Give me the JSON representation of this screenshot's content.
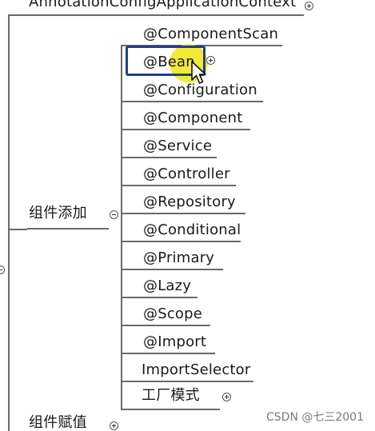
{
  "top_node": {
    "label": "AnnotationConfigApplicationContext"
  },
  "branch_add": {
    "label": "组件添加",
    "children": [
      {
        "label": "@ComponentScan"
      },
      {
        "label": "@Bean"
      },
      {
        "label": "@Configuration"
      },
      {
        "label": "@Component"
      },
      {
        "label": "@Service"
      },
      {
        "label": "@Controller"
      },
      {
        "label": "@Repository"
      },
      {
        "label": "@Conditional"
      },
      {
        "label": "@Primary"
      },
      {
        "label": "@Lazy"
      },
      {
        "label": "@Scope"
      },
      {
        "label": "@Import"
      },
      {
        "label": "ImportSelector"
      },
      {
        "label": "工厂模式"
      }
    ]
  },
  "branch_assign": {
    "label": "组件赋值"
  },
  "watermark": "CSDN @七三2001",
  "colors": {
    "line": "#6a6a6a",
    "selection": "#1f3f8f",
    "cursor_highlight": "#f0e614"
  }
}
